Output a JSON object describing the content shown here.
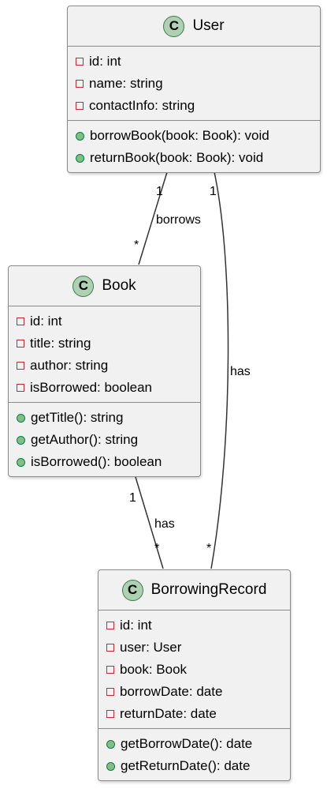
{
  "colors": {
    "box_fill": "#f1f1f1",
    "box_border": "#8a8a8a",
    "class_icon_fill": "#add1b2",
    "private_marker": "#c82930",
    "public_marker": "#84be84"
  },
  "classes": {
    "user": {
      "icon": "C",
      "name": "User",
      "attributes": [
        "id: int",
        "name: string",
        "contactInfo: string"
      ],
      "methods": [
        "borrowBook(book: Book): void",
        "returnBook(book: Book): void"
      ]
    },
    "book": {
      "icon": "C",
      "name": "Book",
      "attributes": [
        "id: int",
        "title: string",
        "author: string",
        "isBorrowed: boolean"
      ],
      "methods": [
        "getTitle(): string",
        "getAuthor(): string",
        "isBorrowed(): boolean"
      ]
    },
    "record": {
      "icon": "C",
      "name": "BorrowingRecord",
      "attributes": [
        "id: int",
        "user: User",
        "book: Book",
        "borrowDate: date",
        "returnDate: date"
      ],
      "methods": [
        "getBorrowDate(): date",
        "getReturnDate(): date"
      ]
    }
  },
  "relations": {
    "user_book": {
      "label": "borrows",
      "from_mult": "1",
      "to_mult": "*"
    },
    "user_record": {
      "label": "has",
      "from_mult": "1",
      "to_mult": "*"
    },
    "book_record": {
      "label": "has",
      "from_mult": "1",
      "to_mult": "*"
    }
  }
}
